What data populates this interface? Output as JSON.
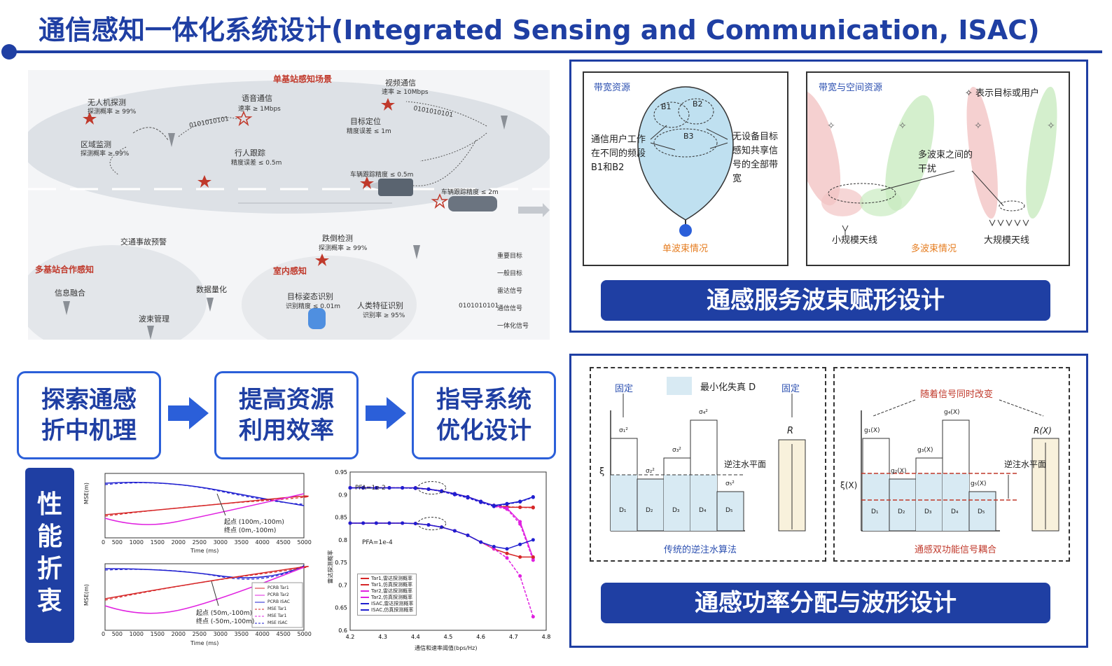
{
  "title": "通信感知一体化系统设计(Integrated Sensing and Communication, ISAC)",
  "scene": {
    "heading": "单基站感知场景",
    "labels": [
      {
        "t": "无人机探测",
        "s": "探测概率 ≥ 99%"
      },
      {
        "t": "区域监测",
        "s": "探测概率 ≥ 99%"
      },
      {
        "t": "语音通信",
        "s": "速率 ≥ 1Mbps"
      },
      {
        "t": "行人跟踪",
        "s": "精度误差 ≤ 0.5m"
      },
      {
        "t": "视频通信",
        "s": "速率 ≥ 10Mbps"
      },
      {
        "t": "目标定位",
        "s": "精度误差 ≤ 1m"
      },
      {
        "t": "车辆跟踪精度 ≤ 0.5m",
        "s": ""
      },
      {
        "t": "车辆跟踪精度 ≤ 2m",
        "s": ""
      },
      {
        "t": "交通事故预警",
        "s": ""
      },
      {
        "t": "信息融合",
        "s": ""
      },
      {
        "t": "数据量化",
        "s": ""
      },
      {
        "t": "波束管理",
        "s": ""
      },
      {
        "t": "跌倒检测",
        "s": "探测概率 ≥ 99%"
      },
      {
        "t": "目标姿态识别",
        "s": "识别精度 ≤ 0.01m"
      },
      {
        "t": "人类特征识别",
        "s": "识别率 ≥ 95%"
      }
    ],
    "multi_station": "多基站合作感知",
    "indoor": "室内感知",
    "bits": "0101010101",
    "legend": [
      "重要目标",
      "一般目标",
      "雷达信号",
      "通信信号",
      "一体化信号"
    ]
  },
  "beam_panel": {
    "left_title": "带宽资源",
    "b1": "B1",
    "b2": "B2",
    "b3": "B3",
    "left_note1": "通信用户工作在不同的频段B1和B2",
    "left_note2": "无设备目标感知共享信号的全部带宽",
    "left_caption": "单波束情况",
    "right_title": "带宽与空间资源",
    "right_legend": "✧ 表示目标或用户",
    "interference": "多波束之间的干扰",
    "small_array": "小规模天线",
    "multi_beam": "多波束情况",
    "large_array": "大规模天线",
    "banner": "通感服务波束赋形设计"
  },
  "flow": {
    "boxes": [
      {
        "l1": "探索通感",
        "l2": "折中机理"
      },
      {
        "l1": "提高资源",
        "l2": "利用效率"
      },
      {
        "l1": "指导系统",
        "l2": "优化设计"
      }
    ]
  },
  "perf_label": "性能折衷",
  "power_panel": {
    "left": {
      "fixed1": "固定",
      "legend": "最小化失真 D",
      "fixed2": "固定",
      "water": "逆注水平面",
      "caption": "传统的逆注水算法",
      "xi": "ξ",
      "r": "R",
      "sigmas": [
        "σ₁²",
        "σ₂²",
        "σ₃²",
        "σ₄²",
        "σ₅²"
      ],
      "ds": [
        "D₁",
        "D₂",
        "D₃",
        "D₄",
        "D₅"
      ]
    },
    "right": {
      "change": "随着信号同时改变",
      "water": "逆注水平面",
      "caption": "通感双功能信号耦合",
      "xi": "ξ(X)",
      "r": "R(X)",
      "gs": [
        "g₁(X)",
        "g₂(X)",
        "g₃(X)",
        "g₄(X)",
        "g₅(X)"
      ],
      "ds": [
        "D₁",
        "D₂",
        "D₃",
        "D₄",
        "D₅"
      ]
    },
    "banner": "通感功率分配与波形设计"
  },
  "mse_top": {
    "ylabel": "MSE(m)",
    "xlabel": "Time (ms)",
    "xticks": [
      "0",
      "500",
      "1000",
      "1500",
      "2000",
      "2500",
      "3000",
      "3500",
      "4000",
      "4500",
      "5000"
    ],
    "ann1": "起点 (100m,-100m)",
    "ann2": "终点 (0m,-100m)"
  },
  "mse_bottom": {
    "ylabel": "MSE(m)",
    "xlabel": "Time (ms)",
    "xticks": [
      "0",
      "500",
      "1000",
      "1500",
      "2000",
      "2500",
      "3000",
      "3500",
      "4000",
      "4500",
      "5000"
    ],
    "ann1": "起点 (50m,-100m)",
    "ann2": "终点 (-50m,-100m)",
    "legend": [
      "PCRB Tar1",
      "PCRB Tar2",
      "PCRB ISAC",
      "MSE Tar1",
      "MSE Tar1",
      "MSE ISAC"
    ]
  },
  "chart_data": {
    "type": "line",
    "xlabel": "通信和速率阈值(bps/Hz)",
    "ylabel": "雷达探测概率",
    "xlim": [
      4.2,
      4.8
    ],
    "ylim": [
      0.6,
      0.95
    ],
    "xticks": [
      "4.2",
      "4.3",
      "4.4",
      "4.5",
      "4.6",
      "4.7",
      "4.8"
    ],
    "yticks": [
      "0.6",
      "0.65",
      "0.7",
      "0.75",
      "0.8",
      "0.85",
      "0.9",
      "0.95"
    ],
    "annotations": [
      "PFA=1e-2",
      "PFA=1e-4"
    ],
    "x": [
      4.2,
      4.24,
      4.28,
      4.32,
      4.36,
      4.4,
      4.44,
      4.48,
      4.52,
      4.56,
      4.6,
      4.64,
      4.68,
      4.72,
      4.76
    ],
    "series": [
      {
        "name": "Tar1,雷达探测概率",
        "color": "#d62728",
        "values": [
          0.915,
          0.915,
          0.915,
          0.915,
          0.915,
          0.915,
          0.912,
          0.908,
          0.902,
          0.895,
          0.885,
          0.876,
          0.872,
          0.872,
          0.872
        ]
      },
      {
        "name": "Tar1,仿真探测概率",
        "color": "#d62728",
        "values": [
          0.915,
          0.915,
          0.915,
          0.915,
          0.915,
          0.914,
          0.912,
          0.908,
          0.902,
          0.895,
          0.884,
          0.876,
          0.873,
          0.872,
          0.871
        ]
      },
      {
        "name": "Tar2,雷达探测概率",
        "color": "#e020e0",
        "values": [
          0.915,
          0.915,
          0.915,
          0.915,
          0.915,
          0.915,
          0.912,
          0.908,
          0.902,
          0.895,
          0.885,
          0.876,
          0.87,
          0.84,
          0.76
        ]
      },
      {
        "name": "Tar2,仿真探测概率",
        "color": "#e020e0",
        "values": [
          0.915,
          0.915,
          0.915,
          0.915,
          0.915,
          0.914,
          0.912,
          0.907,
          0.9,
          0.893,
          0.883,
          0.874,
          0.868,
          0.835,
          0.755
        ]
      },
      {
        "name": "ISAC,雷达探测概率",
        "color": "#1f1fd0",
        "values": [
          0.915,
          0.915,
          0.915,
          0.915,
          0.915,
          0.915,
          0.912,
          0.908,
          0.902,
          0.895,
          0.885,
          0.876,
          0.88,
          0.885,
          0.895
        ]
      },
      {
        "name": "ISAC,仿真探测概率",
        "color": "#1f1fd0",
        "values": [
          0.915,
          0.915,
          0.915,
          0.915,
          0.915,
          0.914,
          0.912,
          0.907,
          0.9,
          0.893,
          0.883,
          0.874,
          0.879,
          0.884,
          0.894
        ]
      },
      {
        "name": "",
        "color": "#d62728",
        "values": [
          0.837,
          0.837,
          0.837,
          0.837,
          0.837,
          0.836,
          0.833,
          0.828,
          0.82,
          0.81,
          0.795,
          0.78,
          0.77,
          0.762,
          0.762
        ]
      },
      {
        "name": "",
        "color": "#e020e0",
        "values": [
          0.837,
          0.837,
          0.837,
          0.837,
          0.837,
          0.836,
          0.833,
          0.828,
          0.82,
          0.81,
          0.795,
          0.78,
          0.76,
          0.72,
          0.63
        ]
      },
      {
        "name": "",
        "color": "#1f1fd0",
        "values": [
          0.837,
          0.837,
          0.837,
          0.837,
          0.837,
          0.836,
          0.833,
          0.828,
          0.82,
          0.81,
          0.795,
          0.785,
          0.78,
          0.79,
          0.8
        ]
      }
    ]
  }
}
